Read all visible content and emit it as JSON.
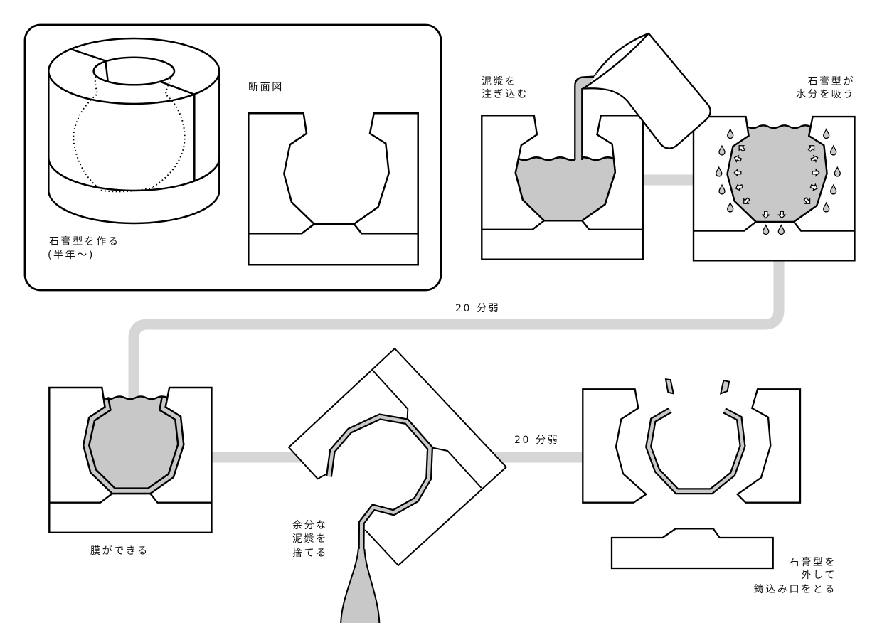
{
  "diagram": {
    "colors": {
      "stroke": "#000000",
      "slip": "#c8c8c8",
      "connector": "#d6d6d6",
      "background": "#ffffff"
    },
    "steps": [
      {
        "name": "make-plaster-mold",
        "caption": [
          "石膏型を作る",
          "(半年～)"
        ],
        "inset_label": "断面図"
      },
      {
        "name": "pour-slip",
        "caption": [
          "泥漿を",
          "注ぎ込む"
        ]
      },
      {
        "name": "mold-absorbs-water",
        "caption": [
          "石膏型が",
          "水分を吸う"
        ]
      },
      {
        "name": "film-forms",
        "caption": [
          "膜ができる"
        ]
      },
      {
        "name": "discard-excess-slip",
        "caption": [
          "余分な",
          "泥漿を",
          "捨てる"
        ]
      },
      {
        "name": "remove-mold-and-sprue",
        "caption": [
          "石膏型を",
          "外して",
          "鋳込み口をとる"
        ]
      }
    ],
    "transitions": [
      {
        "from_step": 3,
        "to_step": 4,
        "duration_label": "20 分弱"
      },
      {
        "from_step": 5,
        "to_step": 6,
        "duration_label": "20 分弱"
      }
    ]
  }
}
